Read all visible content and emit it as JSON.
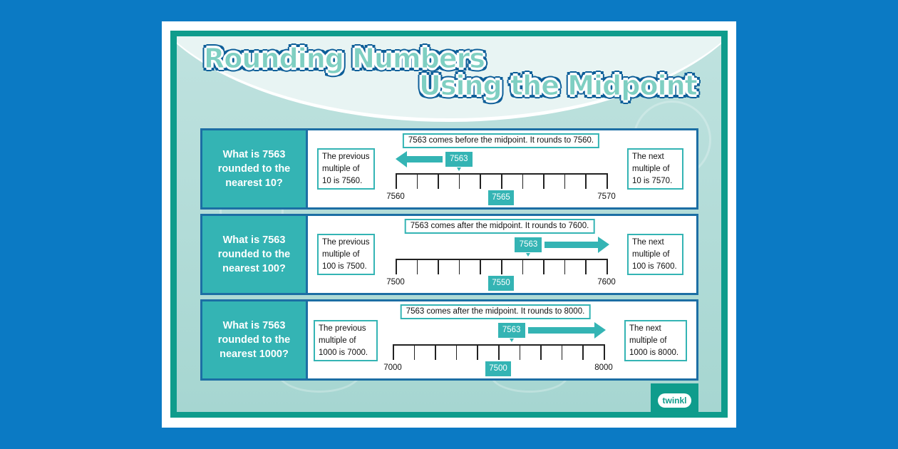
{
  "title": {
    "line1": "Rounding Numbers",
    "line2": "Using the Midpoint"
  },
  "colors": {
    "teal": "#34b4b4",
    "frame": "#0f9c8c",
    "border": "#1c6ea4",
    "background": "#0b7ac4"
  },
  "rows": [
    {
      "question": "What is 7563 rounded to the nearest 10?",
      "statement": "7563 comes before the midpoint. It rounds to 7560.",
      "previous": "The previous multiple of 10 is 7560.",
      "next": "The next multiple of 10 is 7570.",
      "start": "7560",
      "end": "7570",
      "midpoint": "7565",
      "number": "7563",
      "value_fraction": 0.3,
      "arrow": "left"
    },
    {
      "question": "What is 7563 rounded to the nearest 100?",
      "statement": "7563 comes after the midpoint. It rounds to 7600.",
      "previous": "The previous multiple of 100 is 7500.",
      "next": "The next multiple of 100 is 7600.",
      "start": "7500",
      "end": "7600",
      "midpoint": "7550",
      "number": "7563",
      "value_fraction": 0.63,
      "arrow": "right"
    },
    {
      "question": "What is 7563 rounded to the nearest 1000?",
      "statement": "7563 comes after the midpoint. It rounds to 8000.",
      "previous": "The previous multiple of 1000 is 7000.",
      "next": "The next multiple of 1000 is 8000.",
      "start": "7000",
      "end": "8000",
      "midpoint": "7500",
      "number": "7563",
      "value_fraction": 0.563,
      "arrow": "right"
    }
  ],
  "logo": {
    "text": "twinkl"
  }
}
